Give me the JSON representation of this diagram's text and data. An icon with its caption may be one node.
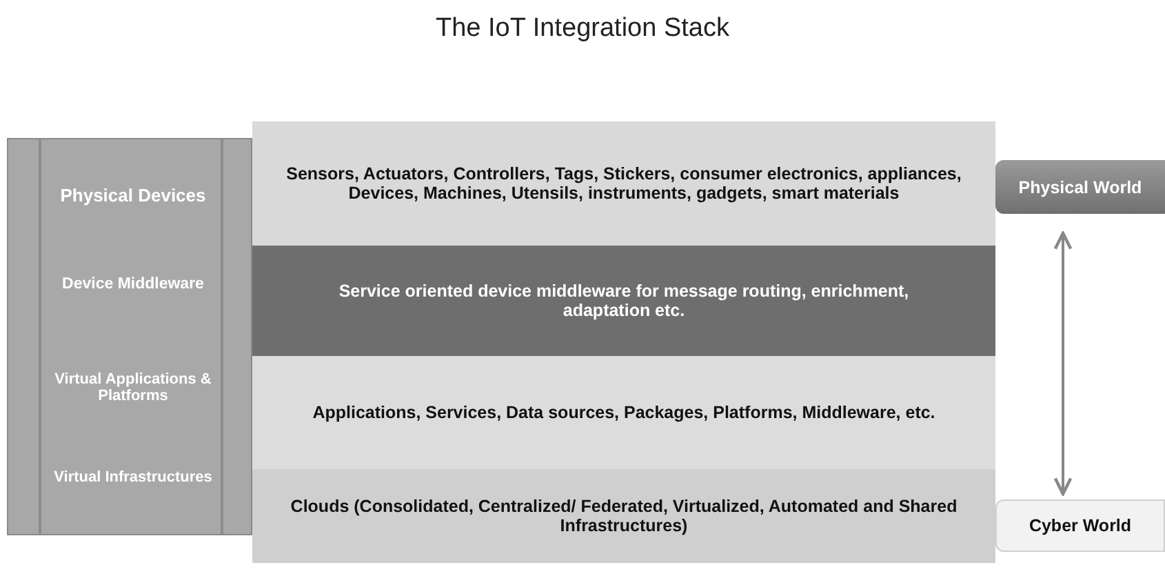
{
  "diagram": {
    "title": "The IoT Integration Stack",
    "nodes": [
      {
        "text": [],
        "shape": "box"
      },
      {
        "text": [
          "Physical Devices"
        ],
        "in": 0
      },
      {
        "text": [
          "Device Middleware"
        ],
        "in": 0
      },
      {
        "text": [
          "Virtual Applications & Platforms"
        ],
        "in": 0
      },
      {
        "text": [
          "Virtual Infrastructures"
        ],
        "in": 0
      },
      {
        "text": [
          "Sensors, Actuators, Controllers, Tags, Stickers, consumer electronics, appliances, Devices, Machines, Utensils, instruments, gadgets, smart materials"
        ]
      },
      {
        "text": [
          "Service oriented device middleware for message routing, enrichment, adaptation etc."
        ]
      },
      {
        "text": [
          "Applications, Services, Data sources, Packages, Platforms, Middleware, etc."
        ]
      },
      {
        "text": [
          "Clouds (Consolidated, Centralized/ Federated, Virtualized, Automated and Shared Infrastructures)"
        ]
      },
      {
        "text": [
          "Physical World"
        ]
      },
      {
        "text": [
          "Cyber World"
        ]
      }
    ],
    "edges": [
      {
        "from": 9,
        "to": 10,
        "arrow": "both"
      }
    ]
  }
}
